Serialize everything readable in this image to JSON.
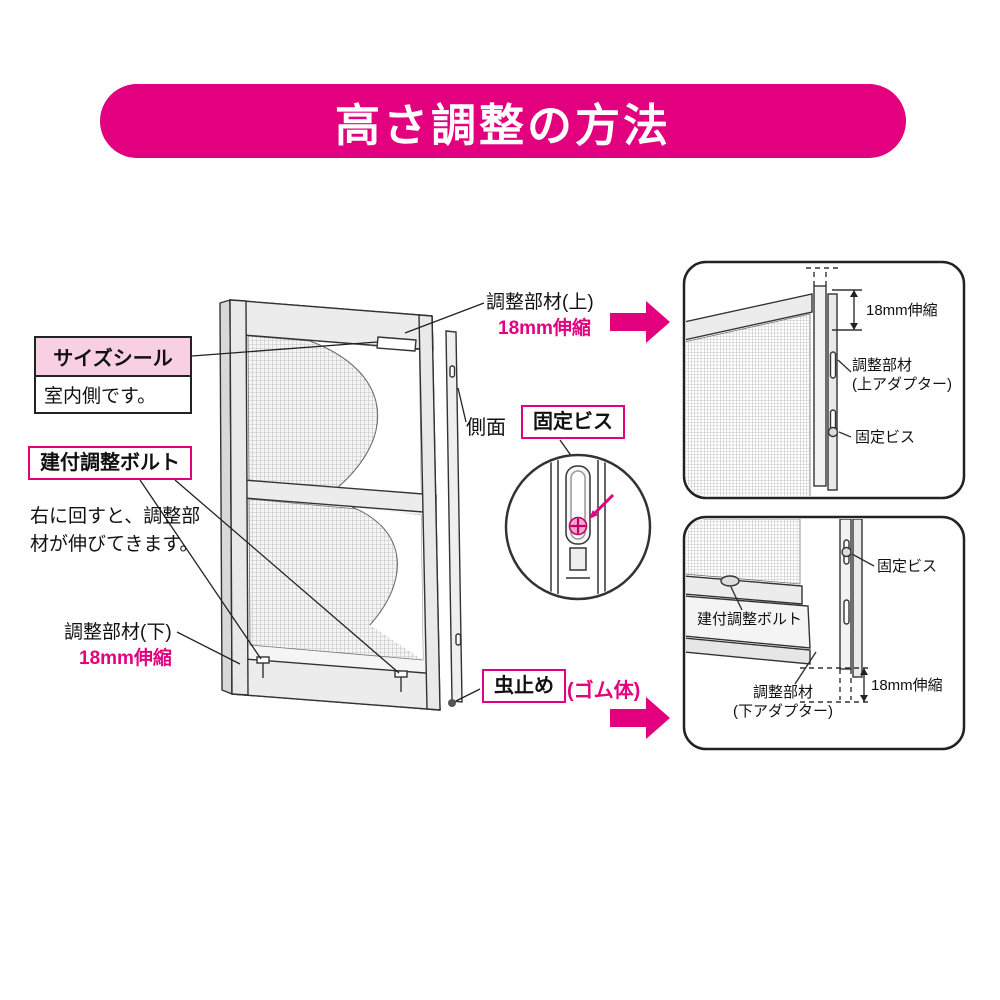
{
  "banner": {
    "title": "高さ調整の方法"
  },
  "colors": {
    "magenta": "#E3007F",
    "pink_bg": "#F9CFE3",
    "line": "#333333"
  },
  "main_labels": {
    "size_seal": {
      "title": "サイズシール",
      "note": "室内側です。"
    },
    "fit_bolt": {
      "label": "建付調整ボルト",
      "note_line1": "右に回すと、調整部",
      "note_line2": "材が伸びてきます。"
    },
    "adjuster_lower": {
      "label": "調整部材(下)",
      "range": "18mm伸縮"
    },
    "adjuster_upper": {
      "label": "調整部材(上)",
      "range": "18mm伸縮"
    },
    "side": {
      "label": "側面"
    },
    "fixing_screw": {
      "label": "固定ビス"
    },
    "bug_stop": {
      "label": "虫止め",
      "note": "(ゴム体)"
    }
  },
  "detail_top": {
    "range": "18mm伸縮",
    "adapter_line1": "調整部材",
    "adapter_line2": "(上アダプター)",
    "screw": "固定ビス"
  },
  "detail_bottom": {
    "screw": "固定ビス",
    "bolt": "建付調整ボルト",
    "adapter_line1": "調整部材",
    "adapter_line2": "(下アダプター)",
    "range": "18mm伸縮"
  }
}
